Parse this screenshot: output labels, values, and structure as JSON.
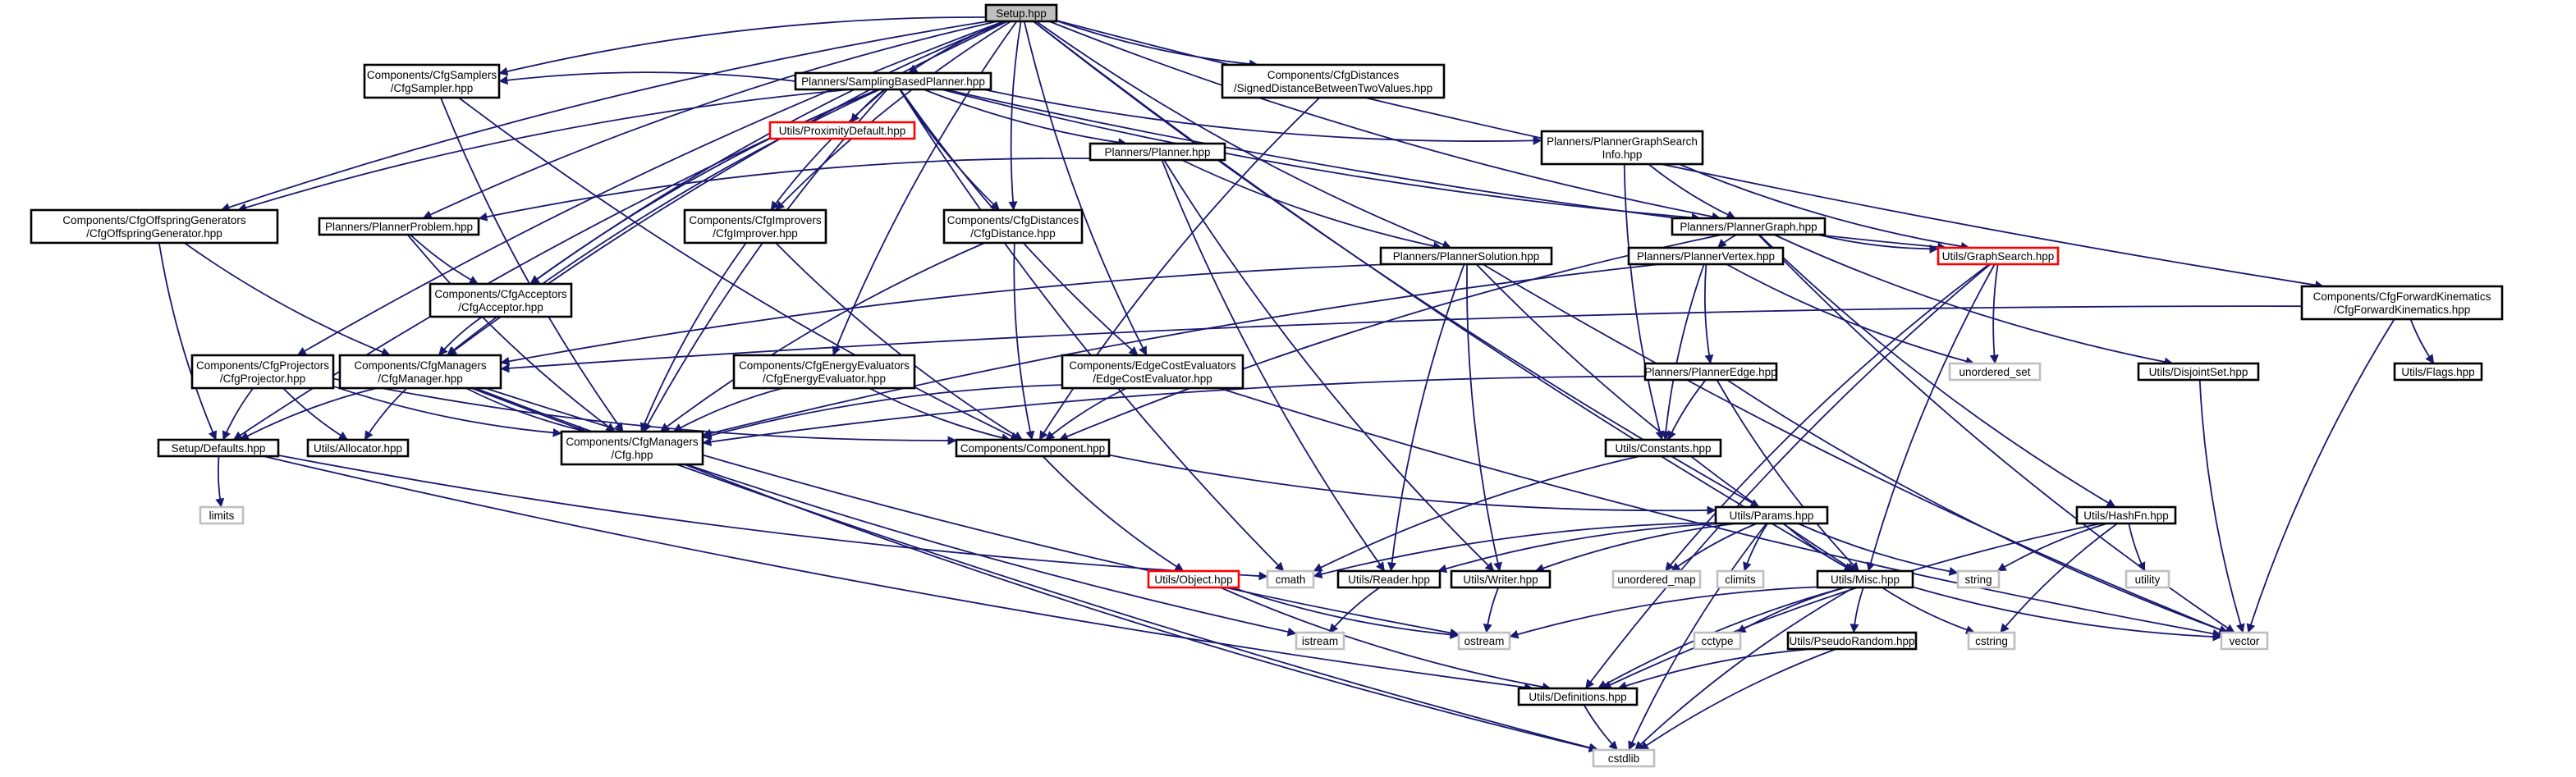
{
  "colors": {
    "edge": "#191970",
    "border_default": "#000000",
    "border_red": "#ff0000",
    "border_ext": "#bfbfbf",
    "fill_root": "#bfbfbf",
    "fill_default": "#ffffff"
  },
  "nodes": [
    {
      "id": "setup",
      "label": [
        "Setup.hpp"
      ],
      "style": "root"
    },
    {
      "id": "sbp",
      "label": [
        "Planners/SamplingBasedPlanner.hpp"
      ],
      "style": "default"
    },
    {
      "id": "sdbtv",
      "label": [
        "Components/CfgDistances",
        "/SignedDistanceBetweenTwoValues.hpp"
      ],
      "style": "default"
    },
    {
      "id": "cfgsamp",
      "label": [
        "Components/CfgSamplers",
        "/CfgSampler.hpp"
      ],
      "style": "default"
    },
    {
      "id": "proxdef",
      "label": [
        "Utils/ProximityDefault.hpp"
      ],
      "style": "red"
    },
    {
      "id": "planner",
      "label": [
        "Planners/Planner.hpp"
      ],
      "style": "default"
    },
    {
      "id": "pgsi",
      "label": [
        "Planners/PlannerGraphSearch",
        "Info.hpp"
      ],
      "style": "default"
    },
    {
      "id": "offgen",
      "label": [
        "Components/CfgOffspringGenerators",
        "/CfgOffspringGenerator.hpp"
      ],
      "style": "default"
    },
    {
      "id": "pprob",
      "label": [
        "Planners/PlannerProblem.hpp"
      ],
      "style": "default"
    },
    {
      "id": "cfgimp",
      "label": [
        "Components/CfgImprovers",
        "/CfgImprover.hpp"
      ],
      "style": "default"
    },
    {
      "id": "cfgdist",
      "label": [
        "Components/CfgDistances",
        "/CfgDistance.hpp"
      ],
      "style": "default"
    },
    {
      "id": "pgraph",
      "label": [
        "Planners/PlannerGraph.hpp"
      ],
      "style": "default"
    },
    {
      "id": "cfgacc",
      "label": [
        "Components/CfgAcceptors",
        "/CfgAcceptor.hpp"
      ],
      "style": "default"
    },
    {
      "id": "psol",
      "label": [
        "Planners/PlannerSolution.hpp"
      ],
      "style": "default"
    },
    {
      "id": "pvert",
      "label": [
        "Planners/PlannerVertex.hpp"
      ],
      "style": "default"
    },
    {
      "id": "gsearch",
      "label": [
        "Utils/GraphSearch.hpp"
      ],
      "style": "red"
    },
    {
      "id": "fwdkin",
      "label": [
        "Components/CfgForwardKinematics",
        "/CfgForwardKinematics.hpp"
      ],
      "style": "default"
    },
    {
      "id": "cfgproj",
      "label": [
        "Components/CfgProjectors",
        "/CfgProjector.hpp"
      ],
      "style": "default"
    },
    {
      "id": "cfgman",
      "label": [
        "Components/CfgManagers",
        "/CfgManager.hpp"
      ],
      "style": "default"
    },
    {
      "id": "cfgee",
      "label": [
        "Components/CfgEnergyEvaluators",
        "/CfgEnergyEvaluator.hpp"
      ],
      "style": "default"
    },
    {
      "id": "ecost",
      "label": [
        "Components/EdgeCostEvaluators",
        "/EdgeCostEvaluator.hpp"
      ],
      "style": "default"
    },
    {
      "id": "pedge",
      "label": [
        "Planners/PlannerEdge.hpp"
      ],
      "style": "default"
    },
    {
      "id": "uset",
      "label": [
        "unordered_set"
      ],
      "style": "ext"
    },
    {
      "id": "dset",
      "label": [
        "Utils/DisjointSet.hpp"
      ],
      "style": "default"
    },
    {
      "id": "flags",
      "label": [
        "Utils/Flags.hpp"
      ],
      "style": "default"
    },
    {
      "id": "setupdef",
      "label": [
        "Setup/Defaults.hpp"
      ],
      "style": "default"
    },
    {
      "id": "alloc",
      "label": [
        "Utils/Allocator.hpp"
      ],
      "style": "default"
    },
    {
      "id": "cfg",
      "label": [
        "Components/CfgManagers",
        "/Cfg.hpp"
      ],
      "style": "default"
    },
    {
      "id": "comp",
      "label": [
        "Components/Component.hpp"
      ],
      "style": "default"
    },
    {
      "id": "consts",
      "label": [
        "Utils/Constants.hpp"
      ],
      "style": "default"
    },
    {
      "id": "limits",
      "label": [
        "limits"
      ],
      "style": "ext"
    },
    {
      "id": "params",
      "label": [
        "Utils/Params.hpp"
      ],
      "style": "default"
    },
    {
      "id": "hashfn",
      "label": [
        "Utils/HashFn.hpp"
      ],
      "style": "default"
    },
    {
      "id": "object",
      "label": [
        "Utils/Object.hpp"
      ],
      "style": "red"
    },
    {
      "id": "cmath",
      "label": [
        "cmath"
      ],
      "style": "ext"
    },
    {
      "id": "reader",
      "label": [
        "Utils/Reader.hpp"
      ],
      "style": "default"
    },
    {
      "id": "writer",
      "label": [
        "Utils/Writer.hpp"
      ],
      "style": "default"
    },
    {
      "id": "umap",
      "label": [
        "unordered_map"
      ],
      "style": "ext"
    },
    {
      "id": "climits",
      "label": [
        "climits"
      ],
      "style": "ext"
    },
    {
      "id": "misc",
      "label": [
        "Utils/Misc.hpp"
      ],
      "style": "default"
    },
    {
      "id": "string",
      "label": [
        "string"
      ],
      "style": "ext"
    },
    {
      "id": "utility",
      "label": [
        "utility"
      ],
      "style": "ext"
    },
    {
      "id": "vector",
      "label": [
        "vector"
      ],
      "style": "ext"
    },
    {
      "id": "istream",
      "label": [
        "istream"
      ],
      "style": "ext"
    },
    {
      "id": "ostream",
      "label": [
        "ostream"
      ],
      "style": "ext"
    },
    {
      "id": "cctype",
      "label": [
        "cctype"
      ],
      "style": "ext"
    },
    {
      "id": "prand",
      "label": [
        "Utils/PseudoRandom.hpp"
      ],
      "style": "default"
    },
    {
      "id": "cstring",
      "label": [
        "cstring"
      ],
      "style": "ext"
    },
    {
      "id": "defs",
      "label": [
        "Utils/Definitions.hpp"
      ],
      "style": "default"
    },
    {
      "id": "cstdlib",
      "label": [
        "cstdlib"
      ],
      "style": "ext"
    }
  ],
  "edges": [
    [
      "setup",
      "sbp"
    ],
    [
      "setup",
      "sdbtv"
    ],
    [
      "setup",
      "cfgsamp"
    ],
    [
      "setup",
      "offgen"
    ],
    [
      "setup",
      "pprob"
    ],
    [
      "setup",
      "cfgimp"
    ],
    [
      "setup",
      "cfgdist"
    ],
    [
      "setup",
      "pgraph"
    ],
    [
      "setup",
      "cfgacc"
    ],
    [
      "setup",
      "psol"
    ],
    [
      "setup",
      "fwdkin"
    ],
    [
      "setup",
      "cfgproj"
    ],
    [
      "setup",
      "cfgman"
    ],
    [
      "setup",
      "cfgee"
    ],
    [
      "setup",
      "ecost"
    ],
    [
      "setup",
      "params"
    ],
    [
      "setup",
      "misc"
    ],
    [
      "sbp",
      "cfgsamp"
    ],
    [
      "sbp",
      "proxdef"
    ],
    [
      "sbp",
      "planner"
    ],
    [
      "sbp",
      "pgsi"
    ],
    [
      "sbp",
      "offgen"
    ],
    [
      "sbp",
      "cfgimp"
    ],
    [
      "sbp",
      "cfgdist"
    ],
    [
      "sbp",
      "pgraph"
    ],
    [
      "sbp",
      "cfgacc"
    ],
    [
      "sbp",
      "gsearch"
    ],
    [
      "sbp",
      "cfgman"
    ],
    [
      "sbp",
      "ecost"
    ],
    [
      "sbp",
      "setupdef"
    ],
    [
      "sbp",
      "cfg"
    ],
    [
      "sbp",
      "cmath"
    ],
    [
      "sdbtv",
      "comp"
    ],
    [
      "cfgsamp",
      "cfg"
    ],
    [
      "cfgsamp",
      "comp"
    ],
    [
      "planner",
      "pprob"
    ],
    [
      "planner",
      "psol"
    ],
    [
      "planner",
      "reader"
    ],
    [
      "planner",
      "writer"
    ],
    [
      "pgsi",
      "pgraph"
    ],
    [
      "pgsi",
      "gsearch"
    ],
    [
      "pgsi",
      "consts"
    ],
    [
      "offgen",
      "cfgman"
    ],
    [
      "offgen",
      "setupdef"
    ],
    [
      "pprob",
      "cfgacc"
    ],
    [
      "pprob",
      "cfg"
    ],
    [
      "cfgimp",
      "cfg"
    ],
    [
      "cfgimp",
      "comp"
    ],
    [
      "cfgdist",
      "cfg"
    ],
    [
      "cfgdist",
      "comp"
    ],
    [
      "pgraph",
      "pvert"
    ],
    [
      "pgraph",
      "gsearch"
    ],
    [
      "pgraph",
      "dset"
    ],
    [
      "pgraph",
      "vector"
    ],
    [
      "pgraph",
      "comp"
    ],
    [
      "pgraph",
      "hashfn"
    ],
    [
      "cfgacc",
      "cfgman"
    ],
    [
      "psol",
      "cfgman"
    ],
    [
      "psol",
      "reader"
    ],
    [
      "psol",
      "writer"
    ],
    [
      "psol",
      "misc"
    ],
    [
      "psol",
      "vector"
    ],
    [
      "pvert",
      "pedge"
    ],
    [
      "pvert",
      "uset"
    ],
    [
      "pvert",
      "consts"
    ],
    [
      "pvert",
      "cfg"
    ],
    [
      "gsearch",
      "uset"
    ],
    [
      "gsearch",
      "misc"
    ],
    [
      "gsearch",
      "defs"
    ],
    [
      "gsearch",
      "umap"
    ],
    [
      "fwdkin",
      "cfgman"
    ],
    [
      "fwdkin",
      "flags"
    ],
    [
      "fwdkin",
      "vector"
    ],
    [
      "cfgproj",
      "setupdef"
    ],
    [
      "cfgproj",
      "alloc"
    ],
    [
      "cfgproj",
      "cfg"
    ],
    [
      "cfgproj",
      "comp"
    ],
    [
      "cfgman",
      "setupdef"
    ],
    [
      "cfgman",
      "alloc"
    ],
    [
      "cfgman",
      "cfg"
    ],
    [
      "cfgman",
      "istream"
    ],
    [
      "cfgman",
      "ostream"
    ],
    [
      "cfgman",
      "cstdlib"
    ],
    [
      "cfgee",
      "cfg"
    ],
    [
      "cfgee",
      "comp"
    ],
    [
      "ecost",
      "cfg"
    ],
    [
      "ecost",
      "comp"
    ],
    [
      "ecost",
      "vector"
    ],
    [
      "pedge",
      "cfg"
    ],
    [
      "pedge",
      "consts"
    ],
    [
      "pedge",
      "misc"
    ],
    [
      "pedge",
      "vector"
    ],
    [
      "dset",
      "vector"
    ],
    [
      "setupdef",
      "limits"
    ],
    [
      "setupdef",
      "cmath"
    ],
    [
      "setupdef",
      "defs"
    ],
    [
      "cfg",
      "cstdlib"
    ],
    [
      "comp",
      "object"
    ],
    [
      "comp",
      "params"
    ],
    [
      "consts",
      "cmath"
    ],
    [
      "params",
      "cmath"
    ],
    [
      "params",
      "reader"
    ],
    [
      "params",
      "writer"
    ],
    [
      "params",
      "umap"
    ],
    [
      "params",
      "climits"
    ],
    [
      "params",
      "misc"
    ],
    [
      "params",
      "string"
    ],
    [
      "params",
      "cstdlib"
    ],
    [
      "hashfn",
      "string"
    ],
    [
      "hashfn",
      "utility"
    ],
    [
      "hashfn",
      "cstring"
    ],
    [
      "hashfn",
      "defs"
    ],
    [
      "object",
      "ostream"
    ],
    [
      "object",
      "defs"
    ],
    [
      "reader",
      "istream"
    ],
    [
      "writer",
      "ostream"
    ],
    [
      "misc",
      "ostream"
    ],
    [
      "misc",
      "cctype"
    ],
    [
      "misc",
      "prand"
    ],
    [
      "misc",
      "cstring"
    ],
    [
      "misc",
      "vector"
    ],
    [
      "misc",
      "cstdlib"
    ],
    [
      "misc",
      "defs"
    ],
    [
      "prand",
      "defs"
    ],
    [
      "prand",
      "cstdlib"
    ],
    [
      "defs",
      "cstdlib"
    ]
  ]
}
